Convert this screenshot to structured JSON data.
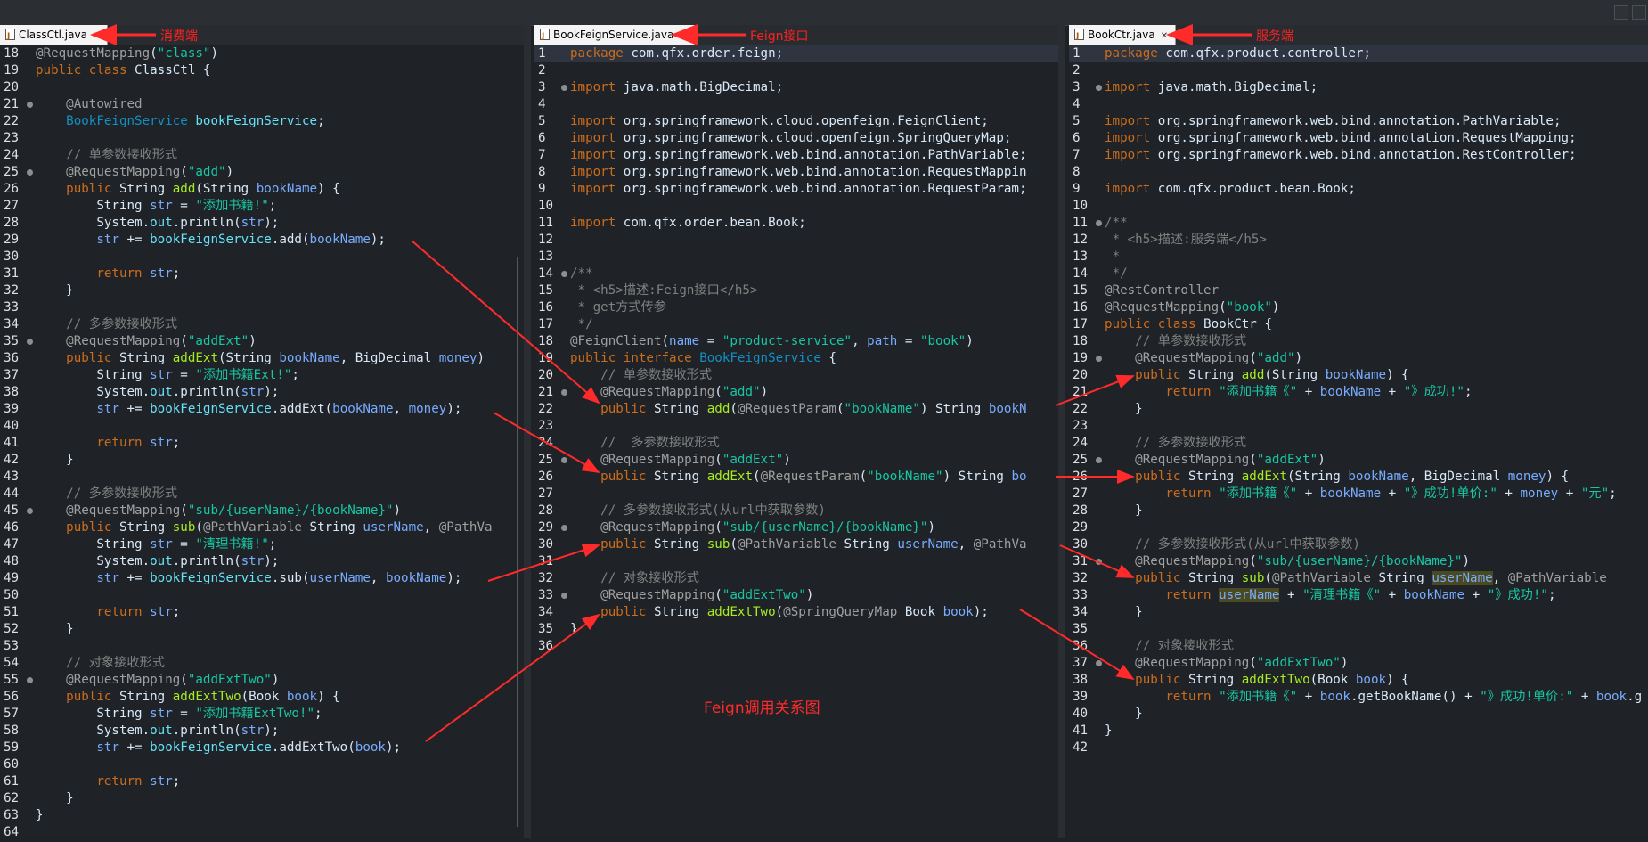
{
  "tabs": {
    "consumer": {
      "file": "ClassCtl.java",
      "label": "消费端"
    },
    "feign": {
      "file": "BookFeignService.java",
      "label": "Feign接口"
    },
    "service": {
      "file": "BookCtr.java",
      "label": "服务端"
    }
  },
  "diagram_title": "Feign调用关系图",
  "consumer_code": [
    {
      "n": "18",
      "m": false,
      "h": "<span class='an'>@RequestMapping</span>(<span class='st'>\"class\"</span>)"
    },
    {
      "n": "19",
      "m": false,
      "h": "<span class='kw'>public class</span> ClassCtl {"
    },
    {
      "n": "20",
      "m": false,
      "h": ""
    },
    {
      "n": "21",
      "m": true,
      "h": "    <span class='an'>@Autowired</span>"
    },
    {
      "n": "22",
      "m": false,
      "h": "    <span class='ty'>BookFeignService</span> <span class='fd'>bookFeignService</span>;"
    },
    {
      "n": "23",
      "m": false,
      "h": ""
    },
    {
      "n": "24",
      "m": false,
      "h": "    <span class='cm'>// 单参数接收形式</span>"
    },
    {
      "n": "25",
      "m": true,
      "h": "    <span class='an'>@RequestMapping</span>(<span class='st'>\"add\"</span>)"
    },
    {
      "n": "26",
      "m": false,
      "h": "    <span class='kw'>public</span> String <span class='fn'>add</span>(String <span class='pm'>bookName</span>) {"
    },
    {
      "n": "27",
      "m": false,
      "h": "        String <span class='pm'>str</span> = <span class='st'>\"添加书籍!\"</span>;"
    },
    {
      "n": "28",
      "m": false,
      "h": "        System.<span class='fd'>out</span>.println(<span class='pm'>str</span>);"
    },
    {
      "n": "29",
      "m": false,
      "h": "        <span class='pm'>str</span> += <span class='fd'>bookFeignService</span>.add(<span class='pm'>bookName</span>);"
    },
    {
      "n": "30",
      "m": false,
      "h": ""
    },
    {
      "n": "31",
      "m": false,
      "h": "        <span class='kw'>return</span> <span class='pm'>str</span>;"
    },
    {
      "n": "32",
      "m": false,
      "h": "    }"
    },
    {
      "n": "33",
      "m": false,
      "h": ""
    },
    {
      "n": "34",
      "m": false,
      "h": "    <span class='cm'>// 多参数接收形式</span>"
    },
    {
      "n": "35",
      "m": true,
      "h": "    <span class='an'>@RequestMapping</span>(<span class='st'>\"addExt\"</span>)"
    },
    {
      "n": "36",
      "m": false,
      "h": "    <span class='kw'>public</span> String <span class='fn'>addExt</span>(String <span class='pm'>bookName</span>, BigDecimal <span class='pm'>money</span>)"
    },
    {
      "n": "37",
      "m": false,
      "h": "        String <span class='pm'>str</span> = <span class='st'>\"添加书籍Ext!\"</span>;"
    },
    {
      "n": "38",
      "m": false,
      "h": "        System.<span class='fd'>out</span>.println(<span class='pm'>str</span>);"
    },
    {
      "n": "39",
      "m": false,
      "h": "        <span class='pm'>str</span> += <span class='fd'>bookFeignService</span>.addExt(<span class='pm'>bookName</span>, <span class='pm'>money</span>);"
    },
    {
      "n": "40",
      "m": false,
      "h": ""
    },
    {
      "n": "41",
      "m": false,
      "h": "        <span class='kw'>return</span> <span class='pm'>str</span>;"
    },
    {
      "n": "42",
      "m": false,
      "h": "    }"
    },
    {
      "n": "43",
      "m": false,
      "h": ""
    },
    {
      "n": "44",
      "m": false,
      "h": "    <span class='cm'>// 多参数接收形式</span>"
    },
    {
      "n": "45",
      "m": true,
      "h": "    <span class='an'>@RequestMapping</span>(<span class='st'>\"sub/{userName}/{bookName}\"</span>)"
    },
    {
      "n": "46",
      "m": false,
      "h": "    <span class='kw'>public</span> String <span class='fn'>sub</span>(<span class='an'>@PathVariable</span> String <span class='pm'>userName</span>, <span class='an'>@PathVa</span>"
    },
    {
      "n": "47",
      "m": false,
      "h": "        String <span class='pm'>str</span> = <span class='st'>\"清理书籍!\"</span>;"
    },
    {
      "n": "48",
      "m": false,
      "h": "        System.<span class='fd'>out</span>.println(<span class='pm'>str</span>);"
    },
    {
      "n": "49",
      "m": false,
      "h": "        <span class='pm'>str</span> += <span class='fd'>bookFeignService</span>.sub(<span class='pm'>userName</span>, <span class='pm'>bookName</span>);"
    },
    {
      "n": "50",
      "m": false,
      "h": ""
    },
    {
      "n": "51",
      "m": false,
      "h": "        <span class='kw'>return</span> <span class='pm'>str</span>;"
    },
    {
      "n": "52",
      "m": false,
      "h": "    }"
    },
    {
      "n": "53",
      "m": false,
      "h": ""
    },
    {
      "n": "54",
      "m": false,
      "h": "    <span class='cm'>// 对象接收形式</span>"
    },
    {
      "n": "55",
      "m": true,
      "h": "    <span class='an'>@RequestMapping</span>(<span class='st'>\"addExtTwo\"</span>)"
    },
    {
      "n": "56",
      "m": false,
      "h": "    <span class='kw'>public</span> String <span class='fn'>addExtTwo</span>(Book <span class='pm'>book</span>) {"
    },
    {
      "n": "57",
      "m": false,
      "h": "        String <span class='pm'>str</span> = <span class='st'>\"添加书籍ExtTwo!\"</span>;"
    },
    {
      "n": "58",
      "m": false,
      "h": "        System.<span class='fd'>out</span>.println(<span class='pm'>str</span>);"
    },
    {
      "n": "59",
      "m": false,
      "h": "        <span class='pm'>str</span> += <span class='fd'>bookFeignService</span>.addExtTwo(<span class='pm'>book</span>);"
    },
    {
      "n": "60",
      "m": false,
      "h": ""
    },
    {
      "n": "61",
      "m": false,
      "h": "        <span class='kw'>return</span> <span class='pm'>str</span>;"
    },
    {
      "n": "62",
      "m": false,
      "h": "    }"
    },
    {
      "n": "63",
      "m": false,
      "h": "}"
    },
    {
      "n": "64",
      "m": false,
      "h": ""
    }
  ],
  "feign_code": [
    {
      "n": "1",
      "m": false,
      "h": "<span class='kw'>package</span> com.qfx.order.feign;",
      "hl": true
    },
    {
      "n": "2",
      "m": false,
      "h": ""
    },
    {
      "n": "3",
      "m": true,
      "h": "<span class='kw'>import</span> java.math.BigDecimal;"
    },
    {
      "n": "4",
      "m": false,
      "h": ""
    },
    {
      "n": "5",
      "m": false,
      "h": "<span class='kw'>import</span> org.springframework.cloud.openfeign.FeignClient;"
    },
    {
      "n": "6",
      "m": false,
      "h": "<span class='kw'>import</span> org.springframework.cloud.openfeign.SpringQueryMap;"
    },
    {
      "n": "7",
      "m": false,
      "h": "<span class='kw'>import</span> org.springframework.web.bind.annotation.PathVariable;"
    },
    {
      "n": "8",
      "m": false,
      "h": "<span class='kw'>import</span> org.springframework.web.bind.annotation.RequestMappin"
    },
    {
      "n": "9",
      "m": false,
      "h": "<span class='kw'>import</span> org.springframework.web.bind.annotation.RequestParam;"
    },
    {
      "n": "10",
      "m": false,
      "h": ""
    },
    {
      "n": "11",
      "m": false,
      "h": "<span class='kw'>import</span> com.qfx.order.bean.Book;"
    },
    {
      "n": "12",
      "m": false,
      "h": ""
    },
    {
      "n": "13",
      "m": false,
      "h": ""
    },
    {
      "n": "14",
      "m": true,
      "h": "<span class='jd'>/**</span>"
    },
    {
      "n": "15",
      "m": false,
      "h": "<span class='jd'> * &lt;h5&gt;描述:Feign接口&lt;/h5&gt;</span>"
    },
    {
      "n": "16",
      "m": false,
      "h": "<span class='jd'> * get方式传参</span>"
    },
    {
      "n": "17",
      "m": false,
      "h": "<span class='jd'> */</span>"
    },
    {
      "n": "18",
      "m": false,
      "h": "<span class='an'>@FeignClient</span>(<span class='pm'>name</span> = <span class='st'>\"product-service\"</span>, <span class='pm'>path</span> = <span class='st'>\"book\"</span>)"
    },
    {
      "n": "19",
      "m": false,
      "h": "<span class='kw'>public interface</span> <span class='ty'>BookFeignService</span> {"
    },
    {
      "n": "20",
      "m": false,
      "h": "    <span class='cm'>// 单参数接收形式</span>"
    },
    {
      "n": "21",
      "m": true,
      "h": "    <span class='an'>@RequestMapping</span>(<span class='st'>\"add\"</span>)"
    },
    {
      "n": "22",
      "m": false,
      "h": "    <span class='kw'>public</span> String <span class='fn'>add</span>(<span class='an'>@RequestParam</span>(<span class='st'>\"bookName\"</span>) String <span class='pm'>bookN</span>"
    },
    {
      "n": "23",
      "m": false,
      "h": ""
    },
    {
      "n": "24",
      "m": false,
      "h": "    <span class='cm'>//  多参数接收形式</span>"
    },
    {
      "n": "25",
      "m": true,
      "h": "    <span class='an'>@RequestMapping</span>(<span class='st'>\"addExt\"</span>)"
    },
    {
      "n": "26",
      "m": false,
      "h": "    <span class='kw'>public</span> String <span class='fn'>addExt</span>(<span class='an'>@RequestParam</span>(<span class='st'>\"bookName\"</span>) String <span class='pm'>bo</span>"
    },
    {
      "n": "27",
      "m": false,
      "h": ""
    },
    {
      "n": "28",
      "m": false,
      "h": "    <span class='cm'>// 多参数接收形式(从url中获取参数)</span>"
    },
    {
      "n": "29",
      "m": true,
      "h": "    <span class='an'>@RequestMapping</span>(<span class='st'>\"sub/{userName}/{bookName}\"</span>)"
    },
    {
      "n": "30",
      "m": false,
      "h": "    <span class='kw'>public</span> String <span class='fn'>sub</span>(<span class='an'>@PathVariable</span> String <span class='pm'>userName</span>, <span class='an'>@PathVa</span>"
    },
    {
      "n": "31",
      "m": false,
      "h": ""
    },
    {
      "n": "32",
      "m": false,
      "h": "    <span class='cm'>// 对象接收形式</span>"
    },
    {
      "n": "33",
      "m": true,
      "h": "    <span class='an'>@RequestMapping</span>(<span class='st'>\"addExtTwo\"</span>)"
    },
    {
      "n": "34",
      "m": false,
      "h": "    <span class='kw'>public</span> String <span class='fn'>addExtTwo</span>(<span class='an'>@SpringQueryMap</span> Book <span class='pm'>book</span>);"
    },
    {
      "n": "35",
      "m": false,
      "h": "}"
    },
    {
      "n": "36",
      "m": false,
      "h": ""
    }
  ],
  "service_code": [
    {
      "n": "1",
      "m": false,
      "h": "<span class='kw'>package</span> com.qfx.product.controller;",
      "hl": true
    },
    {
      "n": "2",
      "m": false,
      "h": ""
    },
    {
      "n": "3",
      "m": true,
      "h": "<span class='kw'>import</span> java.math.BigDecimal;"
    },
    {
      "n": "4",
      "m": false,
      "h": ""
    },
    {
      "n": "5",
      "m": false,
      "h": "<span class='kw'>import</span> org.springframework.web.bind.annotation.PathVariable;"
    },
    {
      "n": "6",
      "m": false,
      "h": "<span class='kw'>import</span> org.springframework.web.bind.annotation.RequestMapping;"
    },
    {
      "n": "7",
      "m": false,
      "h": "<span class='kw'>import</span> org.springframework.web.bind.annotation.RestController;"
    },
    {
      "n": "8",
      "m": false,
      "h": ""
    },
    {
      "n": "9",
      "m": false,
      "h": "<span class='kw'>import</span> com.qfx.product.bean.Book;"
    },
    {
      "n": "10",
      "m": false,
      "h": ""
    },
    {
      "n": "11",
      "m": true,
      "h": "<span class='jd'>/**</span>"
    },
    {
      "n": "12",
      "m": false,
      "h": "<span class='jd'> * &lt;h5&gt;描述:服务端&lt;/h5&gt;</span>"
    },
    {
      "n": "13",
      "m": false,
      "h": "<span class='jd'> *</span>"
    },
    {
      "n": "14",
      "m": false,
      "h": "<span class='jd'> */</span>"
    },
    {
      "n": "15",
      "m": false,
      "h": "<span class='an'>@RestController</span>"
    },
    {
      "n": "16",
      "m": false,
      "h": "<span class='an'>@RequestMapping</span>(<span class='st'>\"book\"</span>)"
    },
    {
      "n": "17",
      "m": false,
      "h": "<span class='kw'>public class</span> BookCtr {"
    },
    {
      "n": "18",
      "m": false,
      "h": "    <span class='cm'>// 单参数接收形式</span>"
    },
    {
      "n": "19",
      "m": true,
      "h": "    <span class='an'>@RequestMapping</span>(<span class='st'>\"add\"</span>)"
    },
    {
      "n": "20",
      "m": false,
      "h": "    <span class='kw'>public</span> String <span class='fn'>add</span>(String <span class='pm'>bookName</span>) {"
    },
    {
      "n": "21",
      "m": false,
      "h": "        <span class='kw'>return</span> <span class='st'>\"添加书籍《\"</span> + <span class='pm'>bookName</span> + <span class='st'>\"》成功!\"</span>;"
    },
    {
      "n": "22",
      "m": false,
      "h": "    }"
    },
    {
      "n": "23",
      "m": false,
      "h": ""
    },
    {
      "n": "24",
      "m": false,
      "h": "    <span class='cm'>// 多参数接收形式</span>"
    },
    {
      "n": "25",
      "m": true,
      "h": "    <span class='an'>@RequestMapping</span>(<span class='st'>\"addExt\"</span>)"
    },
    {
      "n": "26",
      "m": false,
      "h": "    <span class='kw'>public</span> String <span class='fn'>addExt</span>(String <span class='pm'>bookName</span>, BigDecimal <span class='pm'>money</span>) {"
    },
    {
      "n": "27",
      "m": false,
      "h": "        <span class='kw'>return</span> <span class='st'>\"添加书籍《\"</span> + <span class='pm'>bookName</span> + <span class='st'>\"》成功!单价:\"</span> + <span class='pm'>money</span> + <span class='st'>\"元\"</span>;"
    },
    {
      "n": "28",
      "m": false,
      "h": "    }"
    },
    {
      "n": "29",
      "m": false,
      "h": ""
    },
    {
      "n": "30",
      "m": false,
      "h": "    <span class='cm'>// 多参数接收形式(从url中获取参数)</span>"
    },
    {
      "n": "31",
      "m": true,
      "h": "    <span class='an'>@RequestMapping</span>(<span class='st'>\"sub/{userName}/{bookName}\"</span>)"
    },
    {
      "n": "32",
      "m": false,
      "h": "    <span class='kw'>public</span> String <span class='fn'>sub</span>(<span class='an'>@PathVariable</span> String <span class='pm occ'>userName</span>, <span class='an'>@PathVariable</span>"
    },
    {
      "n": "33",
      "m": false,
      "h": "        <span class='kw'>return</span> <span class='pm occ'>userName</span> + <span class='st'>\"清理书籍《\"</span> + <span class='pm'>bookName</span> + <span class='st'>\"》成功!\"</span>;"
    },
    {
      "n": "34",
      "m": false,
      "h": "    }"
    },
    {
      "n": "35",
      "m": false,
      "h": ""
    },
    {
      "n": "36",
      "m": false,
      "h": "    <span class='cm'>// 对象接收形式</span>"
    },
    {
      "n": "37",
      "m": true,
      "h": "    <span class='an'>@RequestMapping</span>(<span class='st'>\"addExtTwo\"</span>)"
    },
    {
      "n": "38",
      "m": false,
      "h": "    <span class='kw'>public</span> String <span class='fn'>addExtTwo</span>(Book <span class='pm'>book</span>) {"
    },
    {
      "n": "39",
      "m": false,
      "h": "        <span class='kw'>return</span> <span class='st'>\"添加书籍《\"</span> + <span class='pm'>book</span>.getBookName() + <span class='st'>\"》成功!单价:\"</span> + <span class='pm'>book</span>.g"
    },
    {
      "n": "40",
      "m": false,
      "h": "    }"
    },
    {
      "n": "41",
      "m": false,
      "h": "}"
    },
    {
      "n": "42",
      "m": false,
      "h": ""
    }
  ]
}
